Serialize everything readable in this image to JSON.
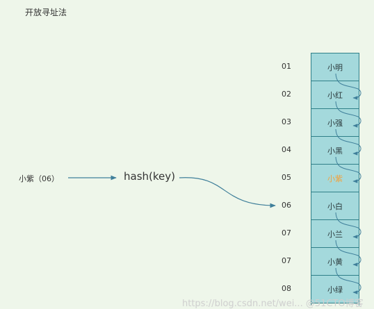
{
  "title": "开放寻址法",
  "input_label": "小紫（06）",
  "hash_label": "hash(key)",
  "slots": [
    {
      "index": "01",
      "value": "小明"
    },
    {
      "index": "02",
      "value": "小红"
    },
    {
      "index": "03",
      "value": "小强"
    },
    {
      "index": "04",
      "value": "小黑"
    },
    {
      "index": "05",
      "value": "小紫",
      "highlight": true
    },
    {
      "index": "06",
      "value": "小白"
    },
    {
      "index": "07",
      "value": "小兰"
    },
    {
      "index": "07",
      "value": "小黄"
    },
    {
      "index": "08",
      "value": "小绿"
    }
  ],
  "watermark": "https://blog.csdn.net/wei... @51CTO博客",
  "colors": {
    "background": "#eef6ea",
    "cell_fill": "#a4d9dc",
    "cell_border": "#2f7f88",
    "arrow": "#3f7f9a",
    "highlight_text": "#f2a23c"
  }
}
